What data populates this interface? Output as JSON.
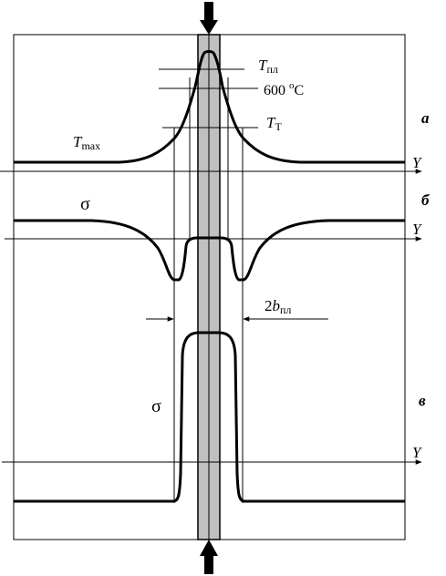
{
  "labels": {
    "t_melt_main": "T",
    "t_melt_sub": "пл",
    "temp_600": "600",
    "temp_600_deg": "o",
    "temp_600_unit": "C",
    "t_t_main": "T",
    "t_t_sub": "Т",
    "t_max_main": "T",
    "t_max_sub": "max",
    "sigma_b": "σ",
    "sigma_v": "σ",
    "width_2": "2",
    "width_b": "b",
    "width_sub": "пл",
    "panel_a": "а",
    "panel_b": "б",
    "panel_v": "в",
    "axis_y": "Y"
  },
  "colors": {
    "line": "#000000",
    "strip_fill": "#c0c0c0",
    "background": "#ffffff"
  }
}
